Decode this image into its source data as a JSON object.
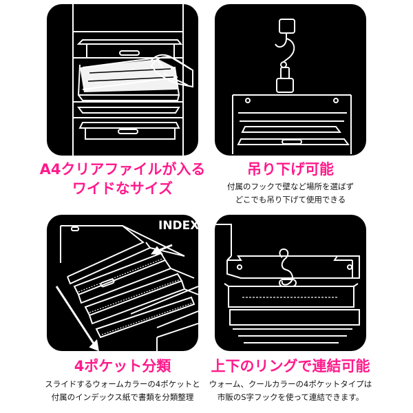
{
  "features": [
    {
      "title_lines": [
        "A4クリアファイルが入る",
        "ワイドなサイズ"
      ],
      "desc_lines": []
    },
    {
      "title_lines": [
        "吊り下げ可能"
      ],
      "desc_lines": [
        "付属のフックで壁など場所を選ばず",
        "どこでも吊り下げて使用できる"
      ]
    },
    {
      "title_lines": [
        "4ポケット分類"
      ],
      "desc_lines": [
        "スライドするウォームカラーの4ポケットと",
        "付属のインデックス紙で書類を分類整理"
      ],
      "index_label": "INDEX"
    },
    {
      "title_lines": [
        "上下のリングで連結可能"
      ],
      "desc_lines": [
        "ウォーム、クールカラーの4ポケットタイプは",
        "市販のS字フックを使って連結できます。"
      ]
    }
  ],
  "colors": {
    "title": "#ff1a8c",
    "panel": "#000000",
    "line": "#ffffff"
  }
}
